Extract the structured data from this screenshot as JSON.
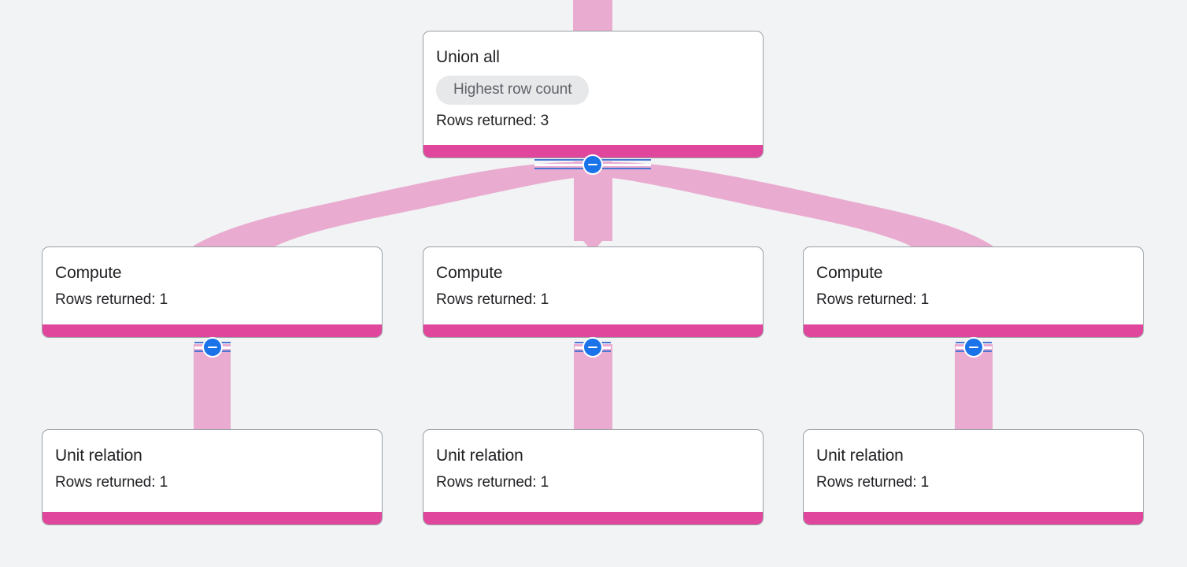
{
  "diagram": {
    "type": "query-execution-plan",
    "background_color": "#f1f3f4",
    "colors": {
      "node_background": "#ffffff",
      "node_border": "#9aa0a6",
      "node_bar": "#e0469b",
      "edge_link": "#e9abd0",
      "badge_background": "#e6e8ea",
      "badge_text": "#5f6368",
      "collapse_button": "#1a73e8",
      "title_text": "#202124"
    },
    "nodes": [
      {
        "id": "union-all",
        "title": "Union all",
        "badge": "Highest row count",
        "rows_returned": "Rows returned: 3",
        "has_badge": true,
        "has_collapse": true
      },
      {
        "id": "compute-left",
        "title": "Compute",
        "rows_returned": "Rows returned: 1",
        "has_badge": false,
        "has_collapse": true
      },
      {
        "id": "compute-center",
        "title": "Compute",
        "rows_returned": "Rows returned: 1",
        "has_badge": false,
        "has_collapse": true
      },
      {
        "id": "compute-right",
        "title": "Compute",
        "rows_returned": "Rows returned: 1",
        "has_badge": false,
        "has_collapse": true
      },
      {
        "id": "unit-relation-left",
        "title": "Unit relation",
        "rows_returned": "Rows returned: 1",
        "has_badge": false,
        "has_collapse": false
      },
      {
        "id": "unit-relation-center",
        "title": "Unit relation",
        "rows_returned": "Rows returned: 1",
        "has_badge": false,
        "has_collapse": false
      },
      {
        "id": "unit-relation-right",
        "title": "Unit relation",
        "rows_returned": "Rows returned: 1",
        "has_badge": false,
        "has_collapse": false
      }
    ],
    "edges": [
      {
        "from": "union-all",
        "to": "compute-left"
      },
      {
        "from": "union-all",
        "to": "compute-center"
      },
      {
        "from": "union-all",
        "to": "compute-right"
      },
      {
        "from": "compute-left",
        "to": "unit-relation-left"
      },
      {
        "from": "compute-center",
        "to": "unit-relation-center"
      },
      {
        "from": "compute-right",
        "to": "unit-relation-right"
      }
    ],
    "collapse_icon": "minus-circle-icon"
  }
}
